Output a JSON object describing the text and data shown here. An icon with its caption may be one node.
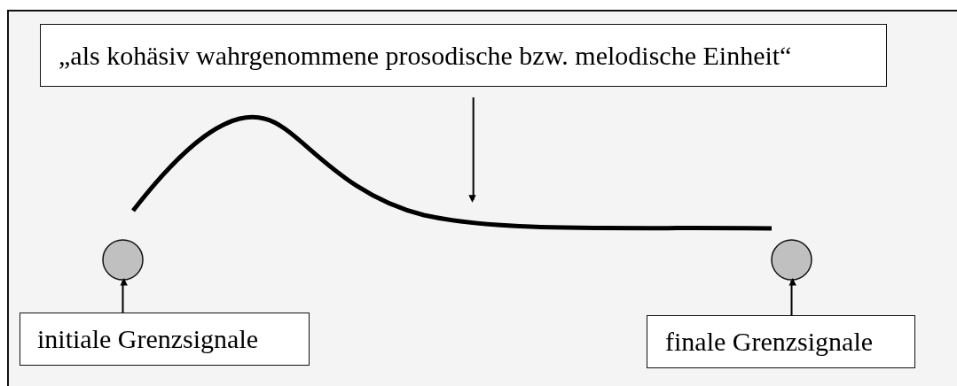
{
  "diagram": {
    "nodes": [
      {
        "text": [
          "„als kohäsiv wahrgenommene prosodische bzw. melodische Einheit“"
        ]
      },
      {
        "text": [],
        "shape": "curve"
      },
      {
        "text": [],
        "shape": "circle"
      },
      {
        "text": [],
        "shape": "circle"
      },
      {
        "text": [
          "initiale Grenzsignale"
        ]
      },
      {
        "text": [
          "finale Grenzsignale"
        ]
      }
    ],
    "edges": [
      {
        "from": 0,
        "to": 1,
        "arrow": "to"
      },
      {
        "from": 4,
        "to": 2,
        "arrow": "to"
      },
      {
        "from": 5,
        "to": 3,
        "arrow": "to"
      }
    ]
  }
}
